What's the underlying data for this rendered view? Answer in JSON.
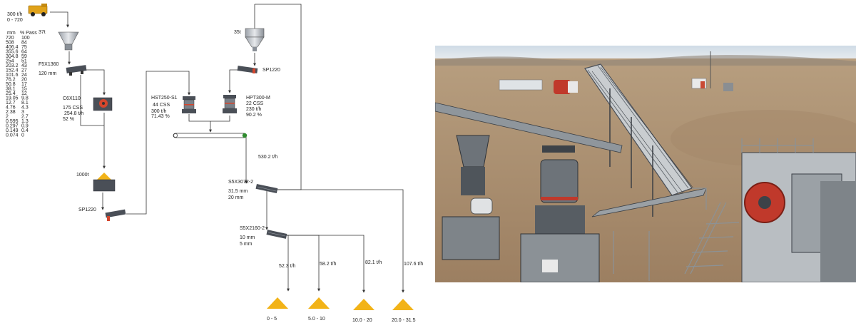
{
  "flowsheet": {
    "feed": {
      "rate": "300 t/h",
      "size": "0 - 720"
    },
    "hopper_capacity": "37t",
    "gradation": {
      "headers": [
        "mm",
        "% Pass"
      ],
      "rows": [
        [
          "720",
          "100"
        ],
        [
          "508",
          "84"
        ],
        [
          "406.4",
          "75"
        ],
        [
          "355.6",
          "64"
        ],
        [
          "304.8",
          "59"
        ],
        [
          "254",
          "51"
        ],
        [
          "203.2",
          "43"
        ],
        [
          "152.4",
          "27"
        ],
        [
          "101.6",
          "24"
        ],
        [
          "76.2",
          "20"
        ],
        [
          "50.8",
          "17"
        ],
        [
          "38.1",
          "15"
        ],
        [
          "25.4",
          "12"
        ],
        [
          "19.05",
          "9.8"
        ],
        [
          "12.7",
          "8.1"
        ],
        [
          "4.76",
          "4.3"
        ],
        [
          "2.38",
          "3"
        ],
        [
          "2",
          "2.7"
        ],
        [
          "0.595",
          "1.3"
        ],
        [
          "0.297",
          "0.9"
        ],
        [
          "0.149",
          "0.4"
        ],
        [
          "0.074",
          "0"
        ]
      ]
    },
    "feeder": {
      "model": "F5X1360",
      "setting": "120 mm"
    },
    "jaw_crusher": {
      "model": "C6X110",
      "css": "175 CSS",
      "rate": "254.8 t/h",
      "percent": "52 %"
    },
    "stockpile": {
      "capacity": "1000t"
    },
    "stockpile_feeder": {
      "model": "SP1220"
    },
    "secondary_cone": {
      "model": "HST250-S1",
      "css": "44 CSS",
      "rate": "300 t/h",
      "percent": "71.43 %"
    },
    "fine_bin": {
      "capacity": "35t"
    },
    "bin_feeder": {
      "model": "SP1220"
    },
    "tertiary_cone": {
      "model": "HPT300-M",
      "css": "22 CSS",
      "rate": "230 t/h",
      "percent": "90.2 %"
    },
    "conveyor_rate": "530.2 t/h",
    "screen1": {
      "model": "S5X3072-2",
      "deck1": "31.5 mm",
      "deck2": "20 mm"
    },
    "screen2": {
      "model": "S5X2160-2",
      "deck1": "10 mm",
      "deck2": "5 mm"
    },
    "products": [
      {
        "rate": "52.3 t/h",
        "size": "0 - 5"
      },
      {
        "rate": "58.2 t/h",
        "size": "5.0 - 10"
      },
      {
        "rate": "82.1 t/h",
        "size": "10.0 - 20"
      },
      {
        "rate": "107.6 t/h",
        "size": "20.0 - 31.5"
      }
    ]
  },
  "colors": {
    "line": "#333333",
    "product": "#f2b318",
    "equipment": "#4a4f57",
    "truck": "#e0a21a",
    "accent_red": "#d4462d",
    "node_green": "#2e8b2e"
  },
  "photo": {
    "icons": [
      "jaw-crusher",
      "cone-crusher",
      "conveyor",
      "feed-hopper",
      "screen-plant"
    ]
  }
}
